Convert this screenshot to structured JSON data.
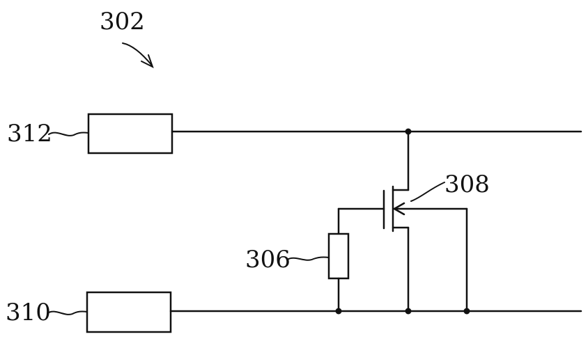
{
  "labels": {
    "circuit": "302",
    "top_line": "312",
    "bottom_line": "310",
    "resistor": "306",
    "transistor": "308"
  },
  "colors": {
    "ink": "#111111",
    "background": "#ffffff"
  }
}
